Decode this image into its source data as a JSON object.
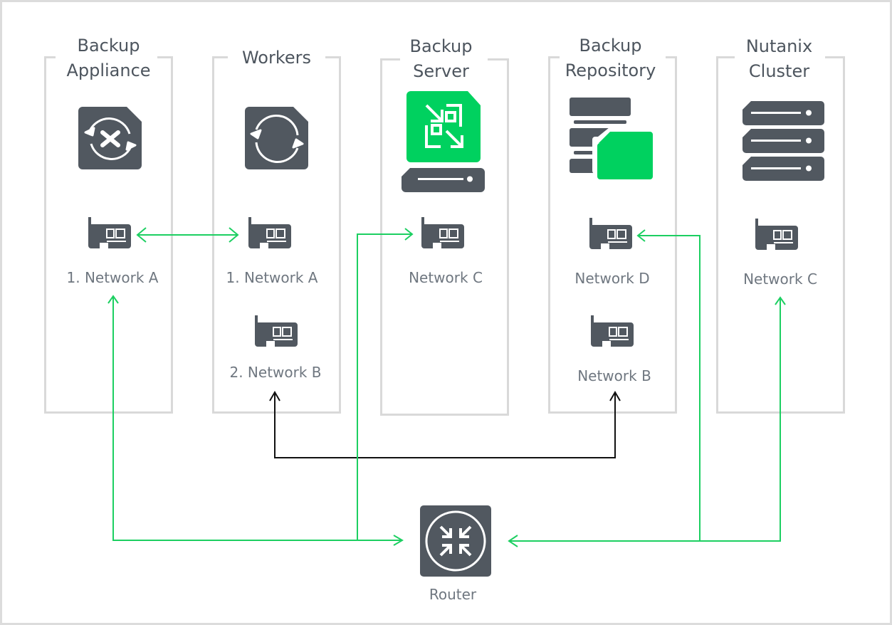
{
  "diagram": {
    "columns": [
      {
        "id": "appliance",
        "title_lines": [
          "Backup",
          "Appliance"
        ],
        "icon": "backup-appliance-icon",
        "nics": [
          {
            "label": "1. Network A"
          }
        ]
      },
      {
        "id": "workers",
        "title_lines": [
          "Workers"
        ],
        "icon": "worker-sync-icon",
        "nics": [
          {
            "label": "1. Network A"
          },
          {
            "label": "2. Network B"
          }
        ]
      },
      {
        "id": "server",
        "title_lines": [
          "Backup",
          "Server"
        ],
        "icon": "backup-server-icon",
        "nics": [
          {
            "label": "Network C"
          }
        ]
      },
      {
        "id": "repository",
        "title_lines": [
          "Backup",
          "Repository"
        ],
        "icon": "backup-repository-icon",
        "nics": [
          {
            "label": "Network D"
          },
          {
            "label": "Network B"
          }
        ]
      },
      {
        "id": "nutanix",
        "title_lines": [
          "Nutanix",
          "Cluster"
        ],
        "icon": "server-stack-icon",
        "nics": [
          {
            "label": "Network C"
          }
        ]
      }
    ],
    "router": {
      "label": "Router",
      "icon": "router-icon"
    },
    "colors": {
      "icon_gray": "#515860",
      "accent_green": "#00d15f",
      "connector_green": "#1ccf61",
      "connector_black": "#111111",
      "border_gray": "#d9d9d9",
      "label_gray": "#6f7780",
      "title_gray": "#4d555e"
    },
    "connections": [
      {
        "from": "appliance.nic1",
        "to": "workers.nic1",
        "color": "green",
        "bidirectional": true
      },
      {
        "from": "workers.nic2",
        "to": "repository.nic2",
        "color": "black",
        "bidirectional": true
      },
      {
        "from": "appliance.nic1",
        "to": "router",
        "color": "green",
        "bidirectional": true
      },
      {
        "from": "router",
        "to": "server.nic1",
        "color": "green",
        "bidirectional": true
      },
      {
        "from": "router",
        "to": "repository.nic1",
        "color": "green",
        "bidirectional": true
      },
      {
        "from": "router",
        "to": "nutanix.nic1",
        "color": "green",
        "bidirectional": true
      }
    ]
  }
}
